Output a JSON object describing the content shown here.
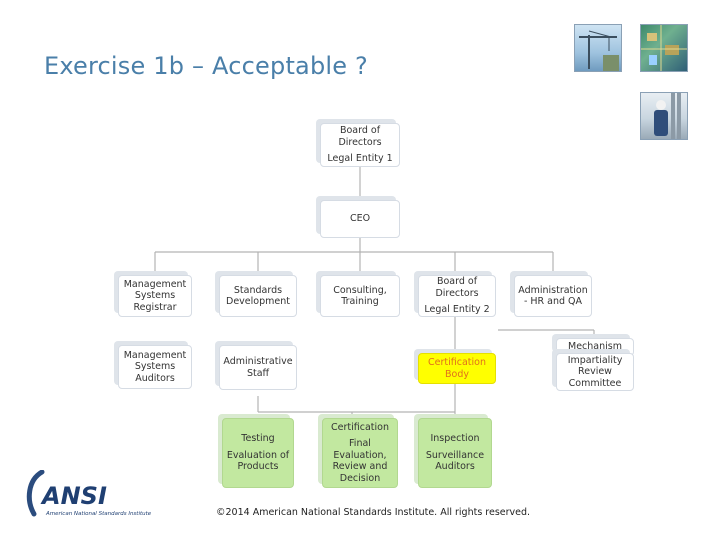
{
  "slide": {
    "title": "Exercise 1b – Acceptable ?",
    "footer": "©2014 American National Standards Institute.  All rights reserved.",
    "colors": {
      "title": "#4a7fa9",
      "green_box": "#c2e8a0",
      "highlight_box": "#ffff00",
      "highlight_text": "#e0701c"
    }
  },
  "org": {
    "board1": {
      "line1": "Board of\nDirectors",
      "line2": "Legal Entity 1"
    },
    "ceo": {
      "line1": "CEO"
    },
    "ms_registrar": {
      "line1": "Management\nSystems\nRegistrar"
    },
    "standards_dev": {
      "line1": "Standards\nDevelopment"
    },
    "consulting": {
      "line1": "Consulting,\nTraining"
    },
    "board2": {
      "line1": "Board of\nDirectors",
      "line2": "Legal Entity 2"
    },
    "admin_hr": {
      "line1": "Administration\n- HR and QA"
    },
    "ms_auditors": {
      "line1": "Management\nSystems\nAuditors"
    },
    "admin_staff": {
      "line1": "Administrative\nStaff"
    },
    "cert_body": {
      "line1": "Certification\nBody"
    },
    "mechanism": {
      "line1": "Mechanism"
    },
    "impartiality": {
      "line1": "Impartiality\nReview\nCommittee"
    },
    "testing": {
      "line1": "Testing",
      "line2": "Evaluation of\nProducts"
    },
    "certification": {
      "line1": "Certification",
      "line2": "Final\nEvaluation,\nReview and\nDecision"
    },
    "inspection": {
      "line1": "Inspection",
      "line2": "Surveillance\nAuditors"
    }
  },
  "images": {
    "photo1": "construction-crane-photo",
    "photo2": "circuit-board-photo",
    "photo3": "engineer-hardhat-photo",
    "logo_text": "ANSI",
    "logo_tagline": "American National Standards Institute"
  }
}
